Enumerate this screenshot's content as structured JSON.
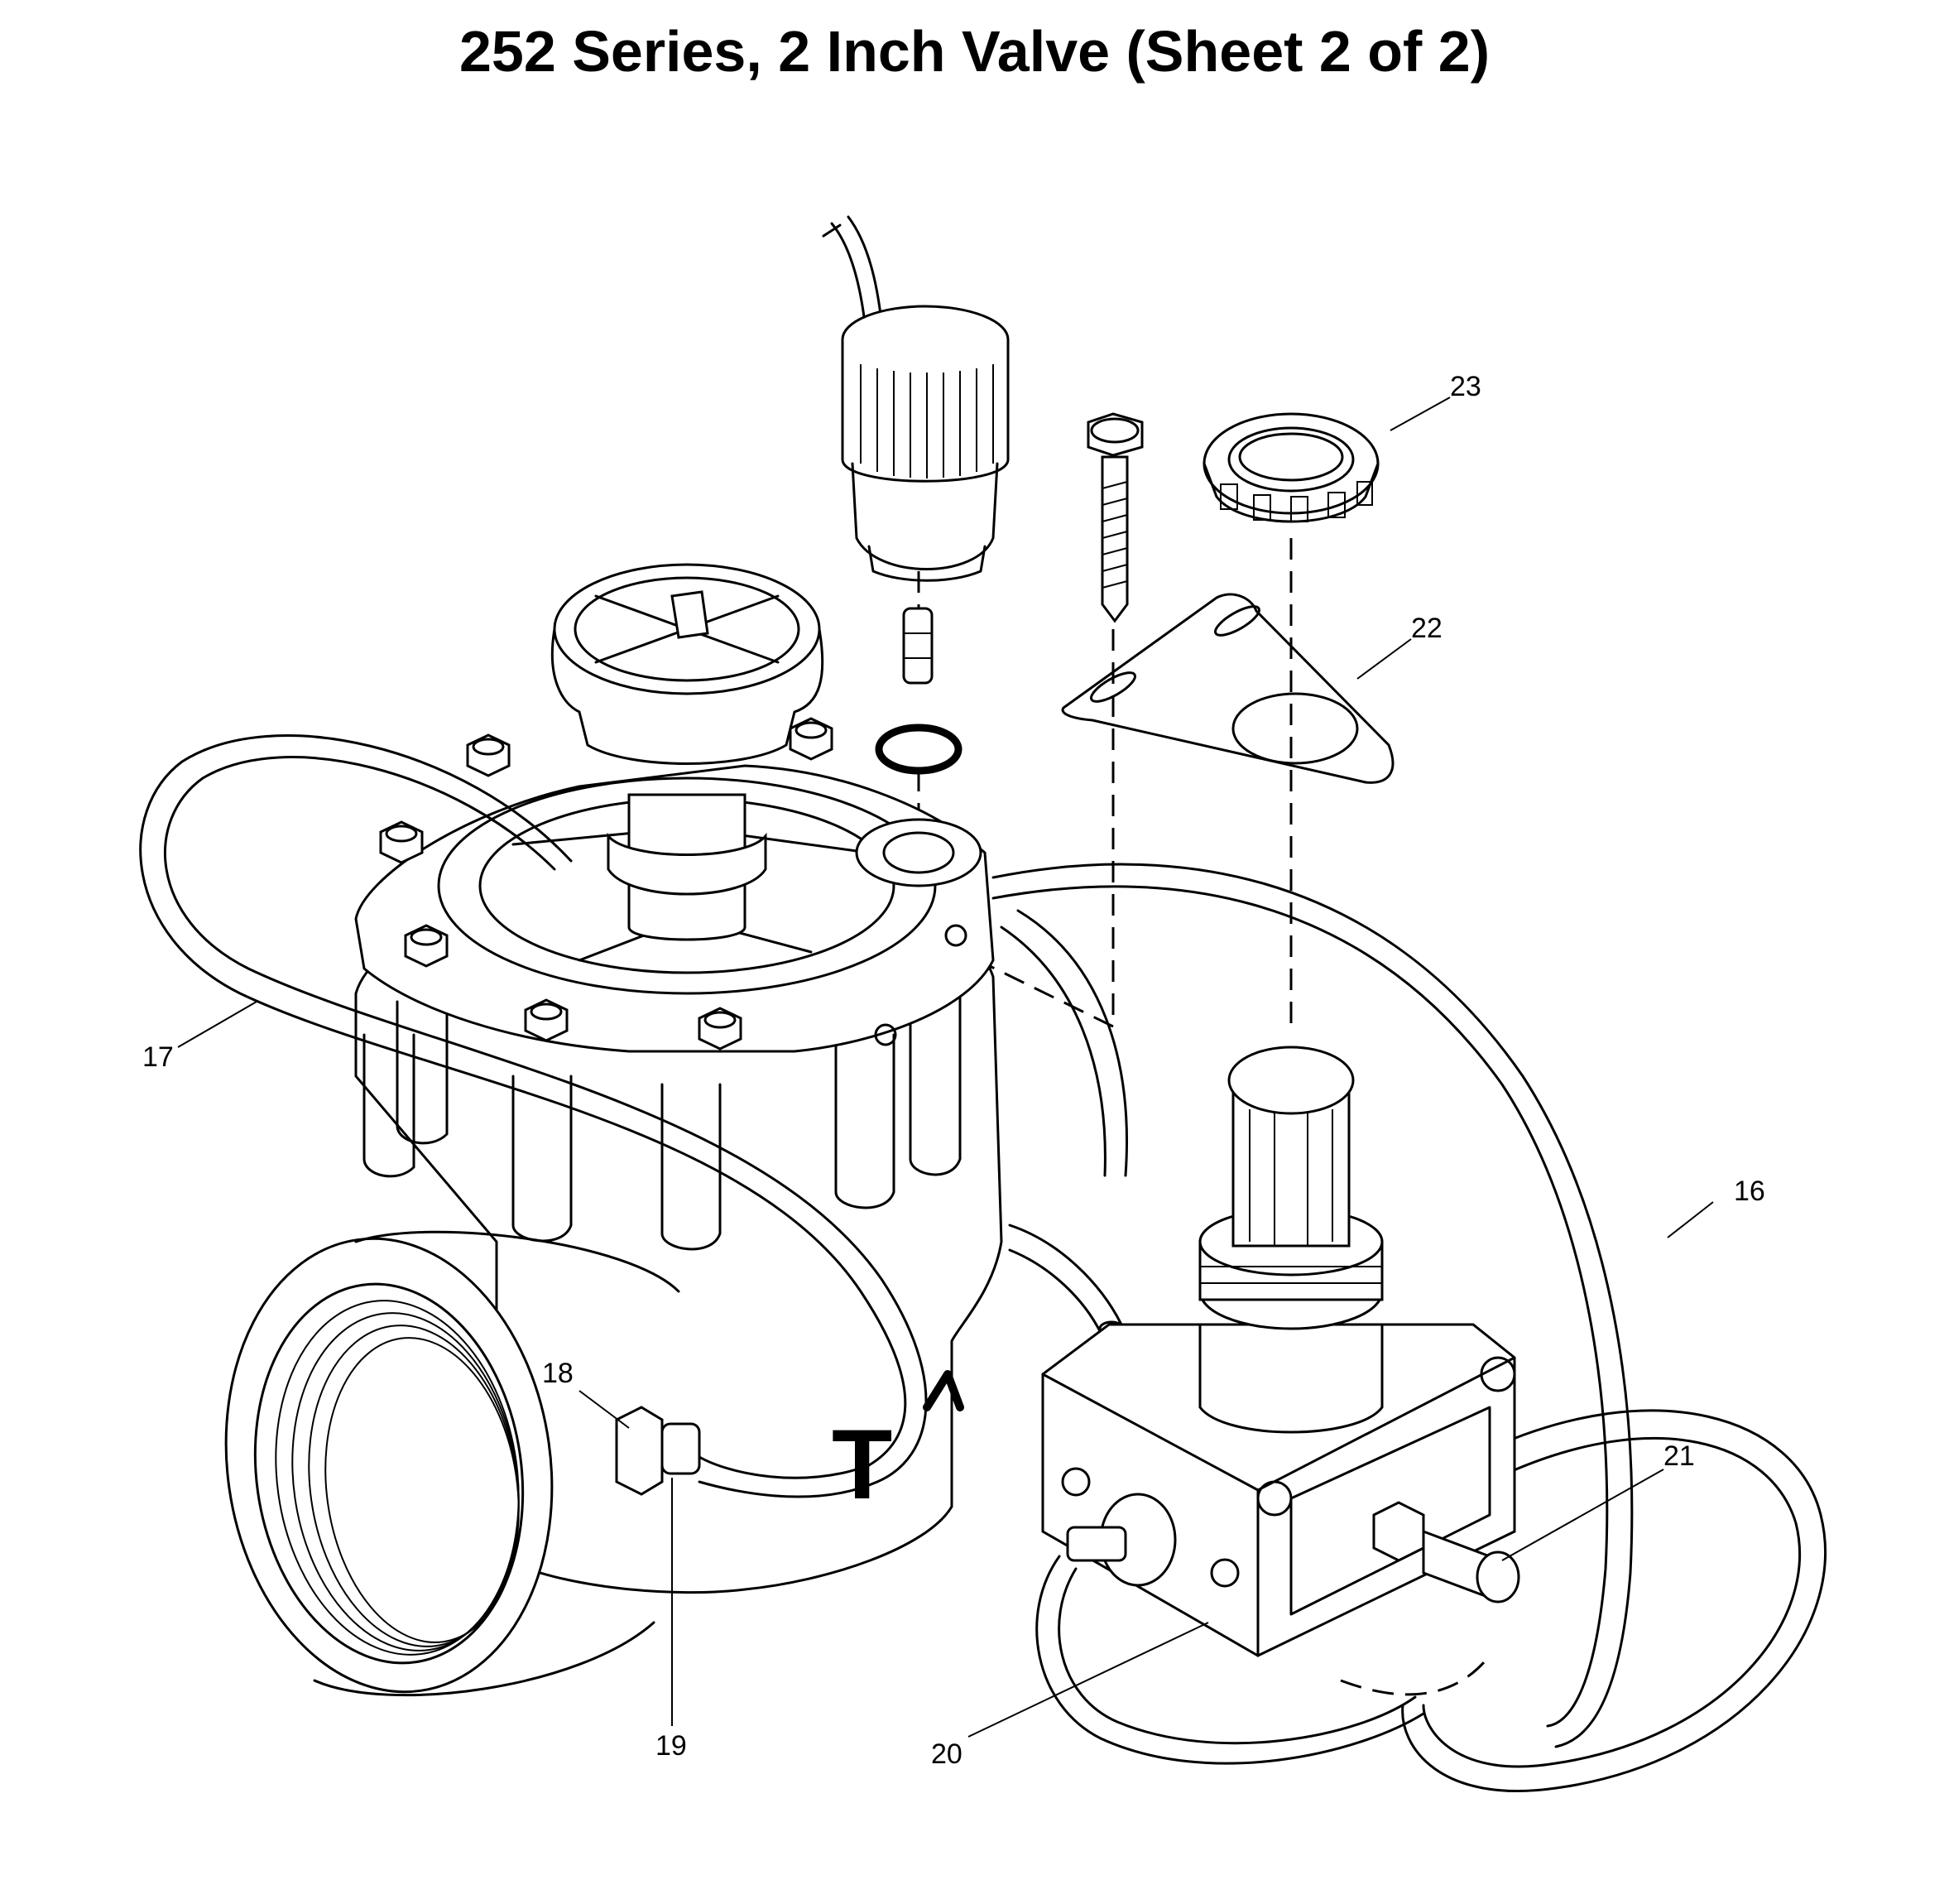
{
  "title": "252 Series, 2 Inch Valve (Sheet 2 of 2)",
  "callouts": [
    {
      "id": "16",
      "label": "16"
    },
    {
      "id": "17",
      "label": "17"
    },
    {
      "id": "18",
      "label": "18"
    },
    {
      "id": "19",
      "label": "19"
    },
    {
      "id": "20",
      "label": "20"
    },
    {
      "id": "21",
      "label": "21"
    },
    {
      "id": "22",
      "label": "22"
    },
    {
      "id": "23",
      "label": "23"
    }
  ],
  "body_marking": "T",
  "colors": {
    "line": "#000000",
    "background": "#ffffff"
  }
}
